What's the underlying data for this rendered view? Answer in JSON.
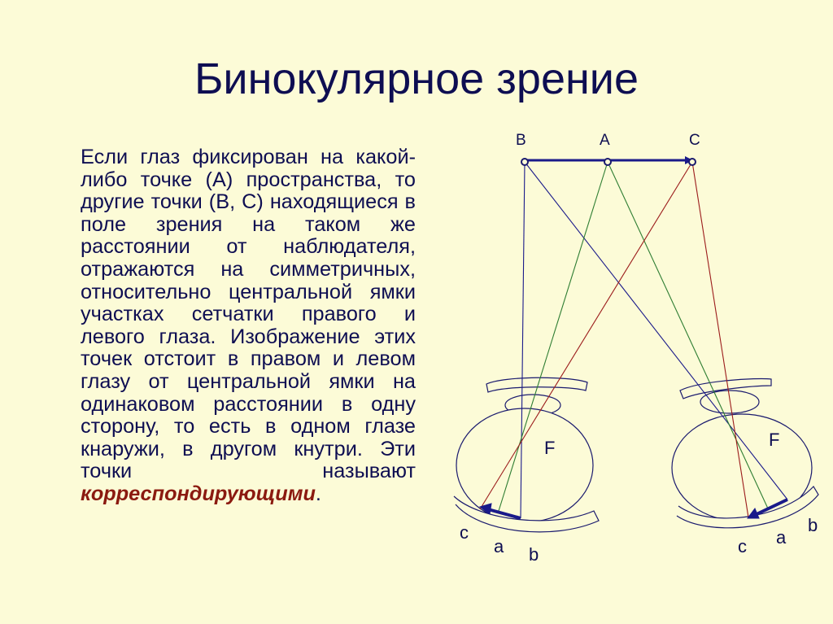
{
  "slide": {
    "title": "Бинокулярное зрение",
    "paragraph": "Если глаз фиксирован на какой-либо точке (А) пространства, то другие точки (В, С) находящиеся в поле зрения на таком же расстоянии от наблюдателя, отражаются на симметричных, относительно центральной ямки участках сетчатки правого и левого глаза. Изображение этих точек отстоит в правом и левом глазу от центральной ямки на одинаковом расстоянии в одну сторону, то есть в одном глазе кнаружи, в другом кнутри. Эти точки называют",
    "highlight": "корреспондирующими",
    "trailing": "."
  },
  "diagram": {
    "points": {
      "b": "B",
      "a": "A",
      "c": "C"
    },
    "left_eye": {
      "fovea": "F",
      "retina_c": "c",
      "retina_a": "a",
      "retina_b": "b"
    },
    "right_eye": {
      "fovea": "F",
      "retina_c": "c",
      "retina_a": "a",
      "retina_b": "b"
    },
    "colors": {
      "blue_ray": "#1a1a8a",
      "green_ray": "#2e7d32",
      "red_ray": "#9b1b1b",
      "outline": "#1a1a6e"
    }
  }
}
